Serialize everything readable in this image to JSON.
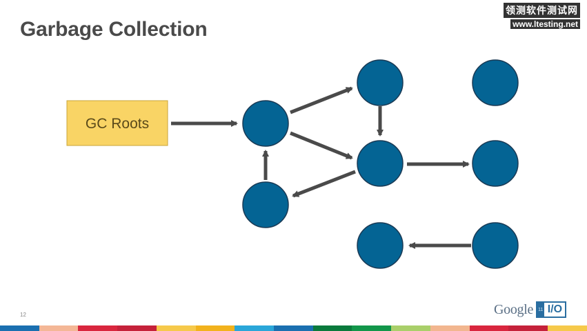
{
  "slide": {
    "title": "Garbage Collection",
    "page_number": "12",
    "watermark_cn": "领测软件测试网",
    "watermark_url": "www.ltesting.net"
  },
  "diagram": {
    "root_label": "GC Roots",
    "root_color": "#f9d465",
    "node_color": "#046494",
    "arrow_color": "#4a4a4a"
  },
  "logo": {
    "brand": "Google",
    "io_text": "I/O",
    "io_number": "11"
  },
  "colors": {
    "bar": [
      "#1a6fb0",
      "#f4b796",
      "#d9263e",
      "#c5213a",
      "#f6c94a",
      "#f2b21c",
      "#2aa6d9",
      "#1a6fb0",
      "#0a7a3c",
      "#12964a",
      "#a9cf6a",
      "#f2b68f",
      "#d9263e",
      "#c5213a",
      "#f6c94a"
    ]
  }
}
